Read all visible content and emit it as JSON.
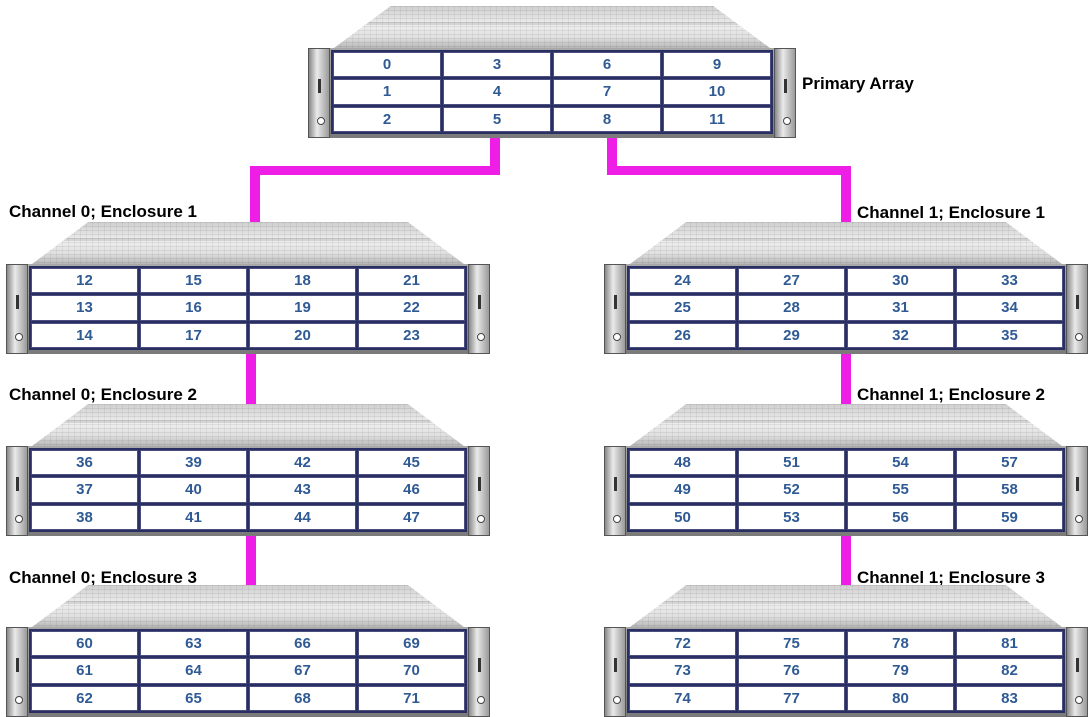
{
  "enclosures": [
    {
      "label": "Primary Array",
      "bays": [
        "0",
        "3",
        "6",
        "9",
        "1",
        "4",
        "7",
        "10",
        "2",
        "5",
        "8",
        "11"
      ]
    },
    {
      "label": "Channel 0; Enclosure 1",
      "bays": [
        "12",
        "15",
        "18",
        "21",
        "13",
        "16",
        "19",
        "22",
        "14",
        "17",
        "20",
        "23"
      ]
    },
    {
      "label": "Channel 1; Enclosure 1",
      "bays": [
        "24",
        "27",
        "30",
        "33",
        "25",
        "28",
        "31",
        "34",
        "26",
        "29",
        "32",
        "35"
      ]
    },
    {
      "label": "Channel 0; Enclosure 2",
      "bays": [
        "36",
        "39",
        "42",
        "45",
        "37",
        "40",
        "43",
        "46",
        "38",
        "41",
        "44",
        "47"
      ]
    },
    {
      "label": "Channel 1; Enclosure 2",
      "bays": [
        "48",
        "51",
        "54",
        "57",
        "49",
        "52",
        "55",
        "58",
        "50",
        "53",
        "56",
        "59"
      ]
    },
    {
      "label": "Channel 0; Enclosure 3",
      "bays": [
        "60",
        "63",
        "66",
        "69",
        "61",
        "64",
        "67",
        "70",
        "62",
        "65",
        "68",
        "71"
      ]
    },
    {
      "label": "Channel 1; Enclosure 3",
      "bays": [
        "72",
        "75",
        "78",
        "81",
        "73",
        "76",
        "79",
        "82",
        "74",
        "77",
        "80",
        "83"
      ]
    }
  ],
  "colors": {
    "cable": "#ee1ee6",
    "bay_text": "#2f5a94",
    "bay_border": "#2a2f63"
  }
}
